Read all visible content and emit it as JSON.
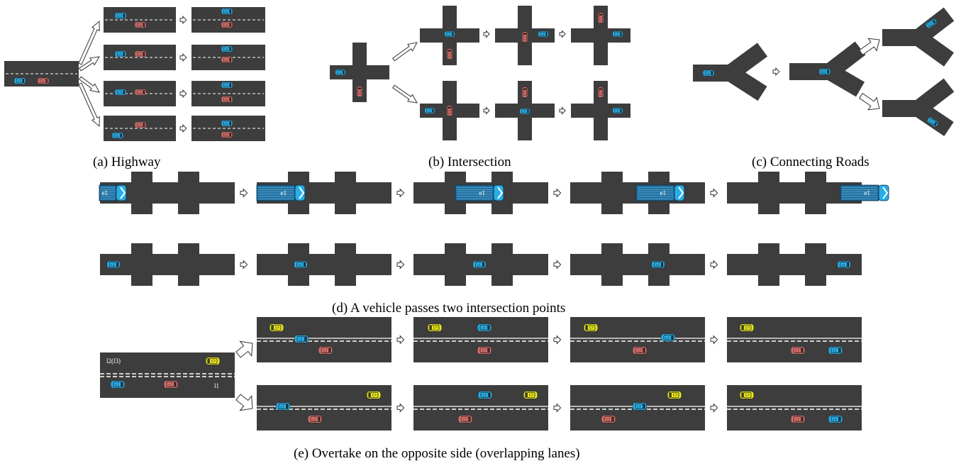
{
  "colors": {
    "road": "#3d3d3d",
    "lane_dash": "#ffffff",
    "car_blue": "#27aee8",
    "car_red": "#d9706c",
    "car_yellow": "#e8e61c",
    "arrow_stroke": "#333333"
  },
  "captions": {
    "a": "(a) Highway",
    "b": "(b) Intersection",
    "c": "(c) Connecting Roads",
    "d": "(d) A vehicle passes two intersection points",
    "e": "(e) Overtake on the opposite side (overlapping lanes)"
  },
  "vehicle_labels": {
    "ego": "e1",
    "car1": "c1",
    "car2": "c2",
    "car3": "c3"
  },
  "lane_labels": {
    "upper": "l2(l3)",
    "lower": "l1"
  },
  "icons": {
    "step_arrow": "hollow-right-arrow",
    "branch_arrow": "hollow-diagonal-arrow",
    "vehicle": "car-top-view"
  }
}
